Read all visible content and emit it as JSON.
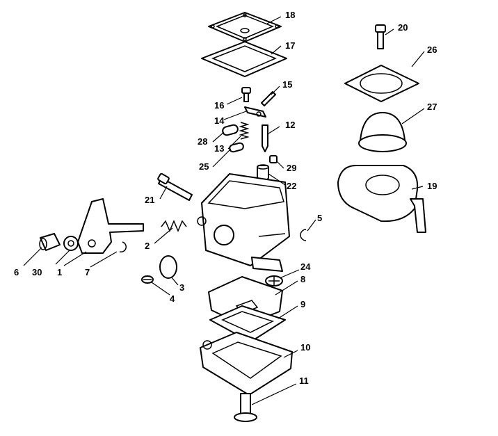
{
  "labels": {
    "l1": "1",
    "l2": "2",
    "l3": "3",
    "l4": "4",
    "l5": "5",
    "l6": "6",
    "l7": "7",
    "l8": "8",
    "l9": "9",
    "l10": "10",
    "l11": "11",
    "l12": "12",
    "l13": "13",
    "l14": "14",
    "l15": "15",
    "l16": "16",
    "l17": "17",
    "l18": "18",
    "l19": "19",
    "l20": "20",
    "l21": "21",
    "l22": "22",
    "l24": "24",
    "l25": "25",
    "l26": "26",
    "l27": "27",
    "l28": "28",
    "l29": "29",
    "l30": "30"
  }
}
